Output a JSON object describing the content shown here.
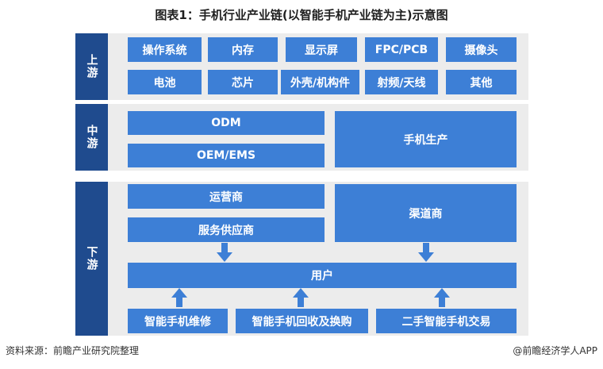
{
  "title": "图表1：手机行业产业链(以智能手机产业链为主)示意图",
  "tiers": {
    "upstream": "上游",
    "midstream": "中游",
    "downstream": "下游"
  },
  "upstream": {
    "row1": [
      "操作系统",
      "内存",
      "显示屏",
      "FPC/PCB",
      "摄像头"
    ],
    "row2": [
      "电池",
      "芯片",
      "外壳/机构件",
      "射频/天线",
      "其他"
    ]
  },
  "midstream": {
    "odm": "ODM",
    "oem": "OEM/EMS",
    "phone_production": "手机生产"
  },
  "downstream": {
    "operator": "运营商",
    "service_provider": "服务供应商",
    "channel": "渠道商",
    "user": "用户",
    "repair": "智能手机维修",
    "recycle": "智能手机回收及换购",
    "secondhand": "二手智能手机交易"
  },
  "footer": {
    "source": "资料来源：前瞻产业研究院整理",
    "brand": "@前瞻经济学人APP"
  },
  "colors": {
    "tier_label": "#1f4b8e",
    "box": "#3d7fd6",
    "panel": "#ececec"
  }
}
